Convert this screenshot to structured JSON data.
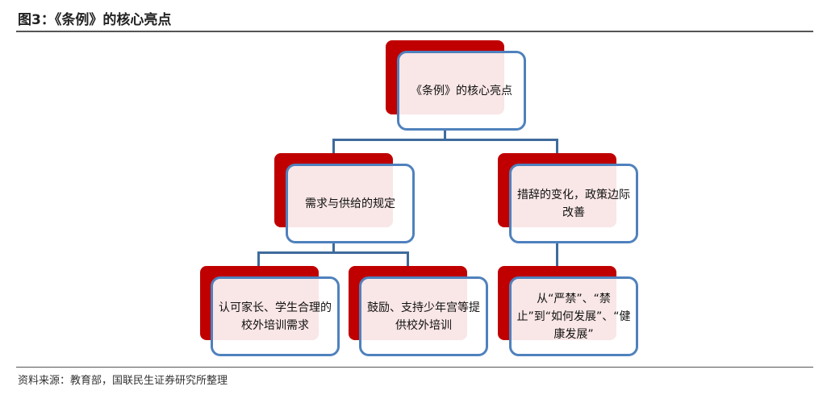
{
  "title": "图3：《条例》的核心亮点",
  "source": "资料来源：教育部，国联民生证券研究所整理",
  "nodes": {
    "root": "《条例》的核心亮点",
    "mid_left": "需求与供给的规定",
    "mid_right": "措辞的变化，政策边际改善",
    "leaf1": "认可家长、学生合理的校外培训需求",
    "leaf2": "鼓励、支持少年宫等提供校外培训",
    "leaf3": "从“严禁”、“禁止”到“如何发展”、“健康发展”"
  },
  "colors": {
    "red": "#c00000",
    "blue": "#4f81bd"
  }
}
